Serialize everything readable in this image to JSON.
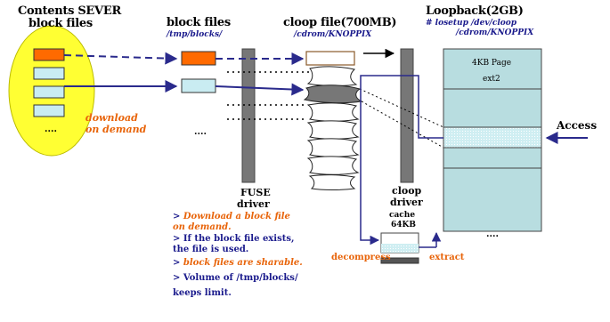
{
  "server": {
    "title_line1": "Contents SEVER",
    "title_line2": "block files",
    "download_line1": "download",
    "download_line2": "on demand",
    "ellipsis": "...."
  },
  "block_files": {
    "title": "block files",
    "path": "/tmp/blocks/",
    "ellipsis": "...."
  },
  "fuse": {
    "line1": "FUSE",
    "line2": "driver"
  },
  "cloop_file": {
    "title": "cloop file(700MB)",
    "path": "/cdrom/KNOPPIX"
  },
  "cloop_driver": {
    "line1": "cloop",
    "line2": "driver"
  },
  "cache": {
    "line1": "cache",
    "line2": "64KB"
  },
  "loopback": {
    "title": "Loopback(2GB)",
    "path_line1": "# losetup /dev/cloop",
    "path_line2": "/cdrom/KNOPPIX",
    "page_label": "4KB Page",
    "ext2_label": "ext2",
    "ellipsis": "...."
  },
  "access_label": "Access",
  "decompress_label": "decompress",
  "extract_label": "extract",
  "notes": [
    {
      "prefix": "> ",
      "text": "Download a block file",
      "cont": "on demand.",
      "style": "orange"
    },
    {
      "prefix": "> ",
      "text": "If the block file exists,",
      "cont": "the file is used.",
      "style": "navy"
    },
    {
      "prefix": "> ",
      "text": "block files are sharable.",
      "cont": "",
      "style": "orange"
    },
    {
      "prefix": "> ",
      "text": "Volume of /tmp/blocks/",
      "cont": "keeps limit.",
      "style": "navy"
    }
  ],
  "colors": {
    "server_fill": "#ffff33",
    "orange_block": "#ff6a00",
    "cyan_block": "#c9ecf2",
    "teal_panel": "#b8dde0",
    "dark_bar": "#777777",
    "navy_arrow": "#2a2a8c",
    "orange_text": "#e8640a"
  }
}
